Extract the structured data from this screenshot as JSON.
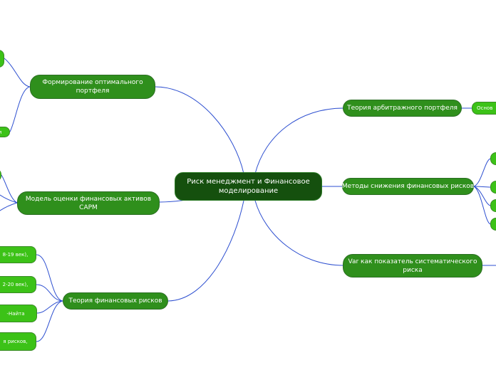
{
  "central": {
    "line1": "Риск менеджмент и Финансовое",
    "line2": "моделирование"
  },
  "branches": {
    "portfolio": {
      "line1": "Формирование оптимального",
      "line2": "портфеля"
    },
    "capm": {
      "line1": "Модель оценки финансовых активов",
      "line2": "CAPM"
    },
    "risk_theory": {
      "label": "Теория финансовых рисков"
    },
    "arbitrage": {
      "label": "Теория арбитражного портфеля"
    },
    "reduction": {
      "label": "Методы снижения финансовых рисков"
    },
    "var": {
      "line1": "Var как показатель систематического",
      "line2": "риска"
    }
  },
  "leaves": {
    "arbitrage_leaf": "Основ",
    "portfolio_leaf2": "и",
    "risk1": "8-19 век),",
    "risk2": "2-20 век),",
    "risk3": "-Найта",
    "risk4": "я рисков,"
  },
  "colors": {
    "central": "#15500e",
    "branch": "#2f8f1c",
    "leaf": "#3cc217",
    "link": "#2d4fd0"
  }
}
